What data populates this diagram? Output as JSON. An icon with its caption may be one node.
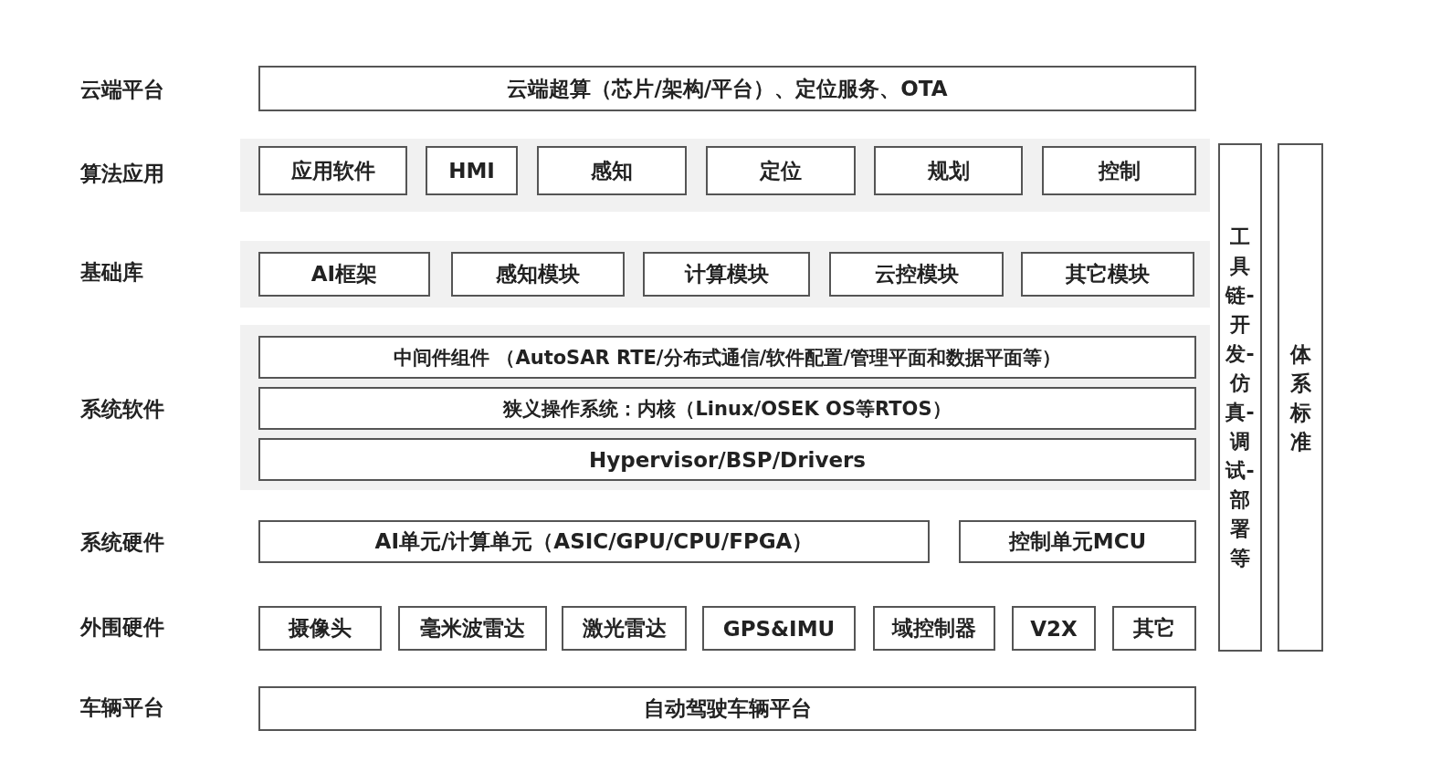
{
  "diagram": {
    "nodes": [
      {
        "text": [
          "云端超算（芯片/架构/平台）、定位服务、OTA"
        ]
      },
      {
        "text": [
          "应用软件"
        ]
      },
      {
        "text": [
          "HMI"
        ]
      },
      {
        "text": [
          "感知"
        ]
      },
      {
        "text": [
          "定位"
        ]
      },
      {
        "text": [
          "规划"
        ]
      },
      {
        "text": [
          "控制"
        ]
      },
      {
        "text": [
          "工具链-开发-仿真-调试-部署等"
        ]
      },
      {
        "text": [
          "体系标准"
        ]
      },
      {
        "text": [
          "AI框架"
        ]
      },
      {
        "text": [
          "感知模块"
        ]
      },
      {
        "text": [
          "计算模块"
        ]
      },
      {
        "text": [
          "云控模块"
        ]
      },
      {
        "text": [
          "其它模块"
        ]
      },
      {
        "text": [
          "中间件组件 （AutoSAR RTE/分布式通信/软件配置/管理平面和数据平面等）"
        ]
      },
      {
        "text": [
          "狭义操作系统：内核（Linux/OSEK OS等RTOS）"
        ]
      },
      {
        "text": [
          "Hypervisor/BSP/Drivers"
        ]
      },
      {
        "text": [
          "AI单元/计算单元（ASIC/GPU/CPU/FPGA）"
        ]
      },
      {
        "text": [
          "控制单元MCU"
        ]
      },
      {
        "text": [
          "摄像头"
        ]
      },
      {
        "text": [
          "毫米波雷达"
        ]
      },
      {
        "text": [
          "激光雷达"
        ]
      },
      {
        "text": [
          "GPS&IMU"
        ]
      },
      {
        "text": [
          "域控制器"
        ]
      },
      {
        "text": [
          "V2X"
        ]
      },
      {
        "text": [
          "其它"
        ]
      },
      {
        "text": [
          "自动驾驶车辆平台"
        ]
      }
    ],
    "edges": [],
    "labels": [
      "云端平台",
      "算法应用",
      "基础库",
      "系统软件",
      "系统硬件",
      "外围硬件",
      "车辆平台"
    ]
  }
}
